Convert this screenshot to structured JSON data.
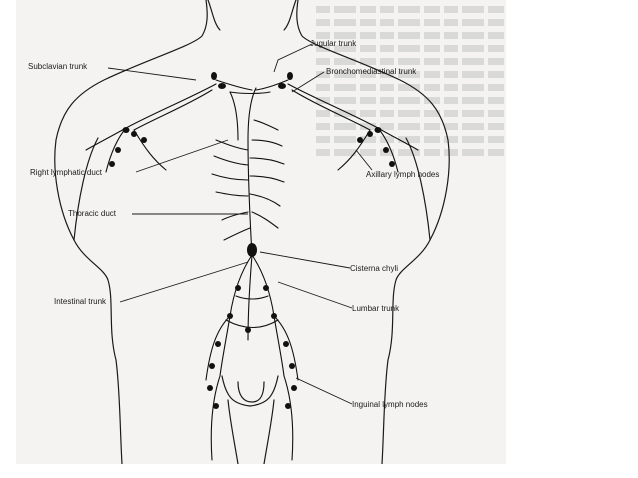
{
  "labels": {
    "jugular_trunk": "Jugular trunk",
    "subclavian_trunk": "Subclavian trunk",
    "bronchomediastinal_trunk": "Bronchomediastinal trunk",
    "right_lymphatic_duct": "Right lymphatic duct",
    "axillary_lymph_nodes": "Axillary lymph nodes",
    "thoracic_duct": "Thoracic duct",
    "cisterna_chyli": "Cisterna chyli",
    "intestinal_trunk": "Intestinal trunk",
    "lumbar_trunk": "Lumbar trunk",
    "inguinal_lymph_nodes": "Inguinal lymph nodes"
  },
  "colors": {
    "page_background": "#ffffff",
    "scan_background": "#f4f3f1",
    "ink": "#1a1a1a"
  }
}
